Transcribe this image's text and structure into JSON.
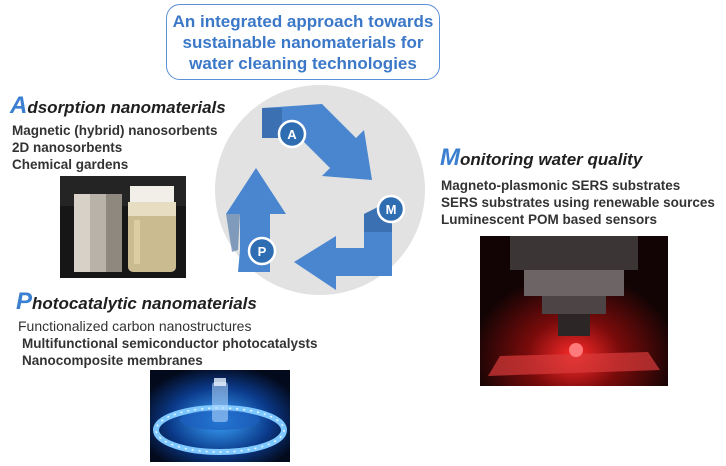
{
  "title": {
    "lines": [
      "An integrated approach towards",
      "sustainable nanomaterials for",
      "water cleaning technologies"
    ]
  },
  "adsorption": {
    "initial": "A",
    "rest": "dsorption nanomaterials",
    "items": [
      "Magnetic (hybrid) nanosorbents",
      "2D nanosorbents",
      "Chemical gardens"
    ]
  },
  "monitoring": {
    "initial": "M",
    "rest": "onitoring water quality",
    "items": [
      "Magneto-plasmonic SERS substrates",
      "SERS substrates using renewable sources",
      "Luminescent POM based sensors"
    ]
  },
  "photocatalytic": {
    "initial": "P",
    "rest": "hotocatalytic nanomaterials",
    "items": [
      "Functionalized carbon nanostructures",
      "Multifunctional semiconductor photocatalysts",
      "Nanocomposite membranes"
    ]
  },
  "cycle": {
    "badges": [
      "A",
      "M",
      "P"
    ],
    "colors": {
      "arrow": "#4a86cf",
      "arrow_dark": "#2f5f9a",
      "circle": "#e2e2e2",
      "badge": "#2f6db3"
    }
  }
}
